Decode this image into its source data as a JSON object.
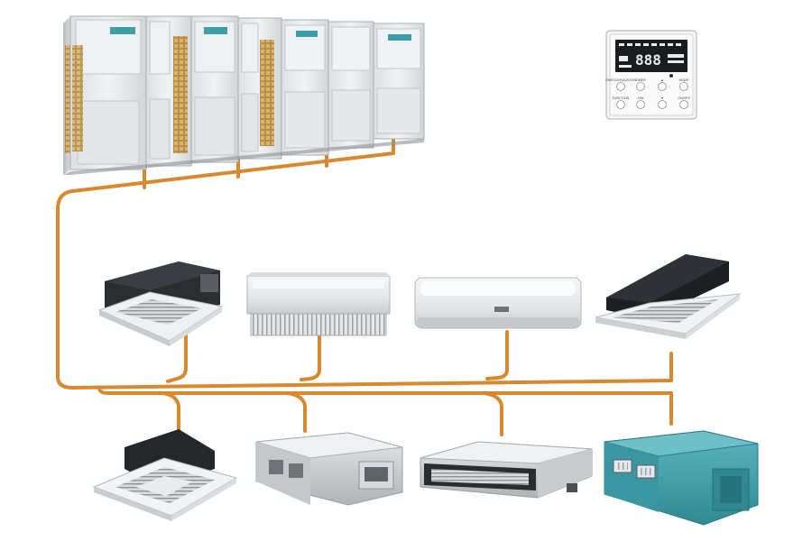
{
  "colors": {
    "pipe": "#D9882E",
    "pipe_shadow": "#B86E1F",
    "panel_light": "#E9EBEC",
    "panel_mid": "#D4D7D9",
    "panel_dark": "#9EA3A6",
    "grille": "#C9A15A",
    "teal_unit": "#3E9EA8",
    "black_unit": "#1D1F22"
  },
  "controller": {
    "lcd_digits": "888",
    "labels": [
      "ON/ECONO/CATION",
      "TIMER",
      "▲",
      "MODE",
      "FUNCTION",
      "FAN",
      "▼",
      "ON/OFF"
    ]
  },
  "outdoor_units": [
    {
      "type": "grilled"
    },
    {
      "type": "grilled"
    },
    {
      "type": "grilled"
    },
    {
      "type": "grilled"
    },
    {
      "type": "plain"
    },
    {
      "type": "plain"
    },
    {
      "type": "plain"
    }
  ],
  "indoor_units_row1": [
    {
      "type": "ceiling-cassette-black-top"
    },
    {
      "type": "ceiling-floor-convertible"
    },
    {
      "type": "wall-mounted-split"
    },
    {
      "type": "one-way-cassette"
    }
  ],
  "indoor_units_row2": [
    {
      "type": "four-way-cassette"
    },
    {
      "type": "slim-duct-unit"
    },
    {
      "type": "low-static-duct-unit"
    },
    {
      "type": "high-static-duct-unit"
    }
  ]
}
